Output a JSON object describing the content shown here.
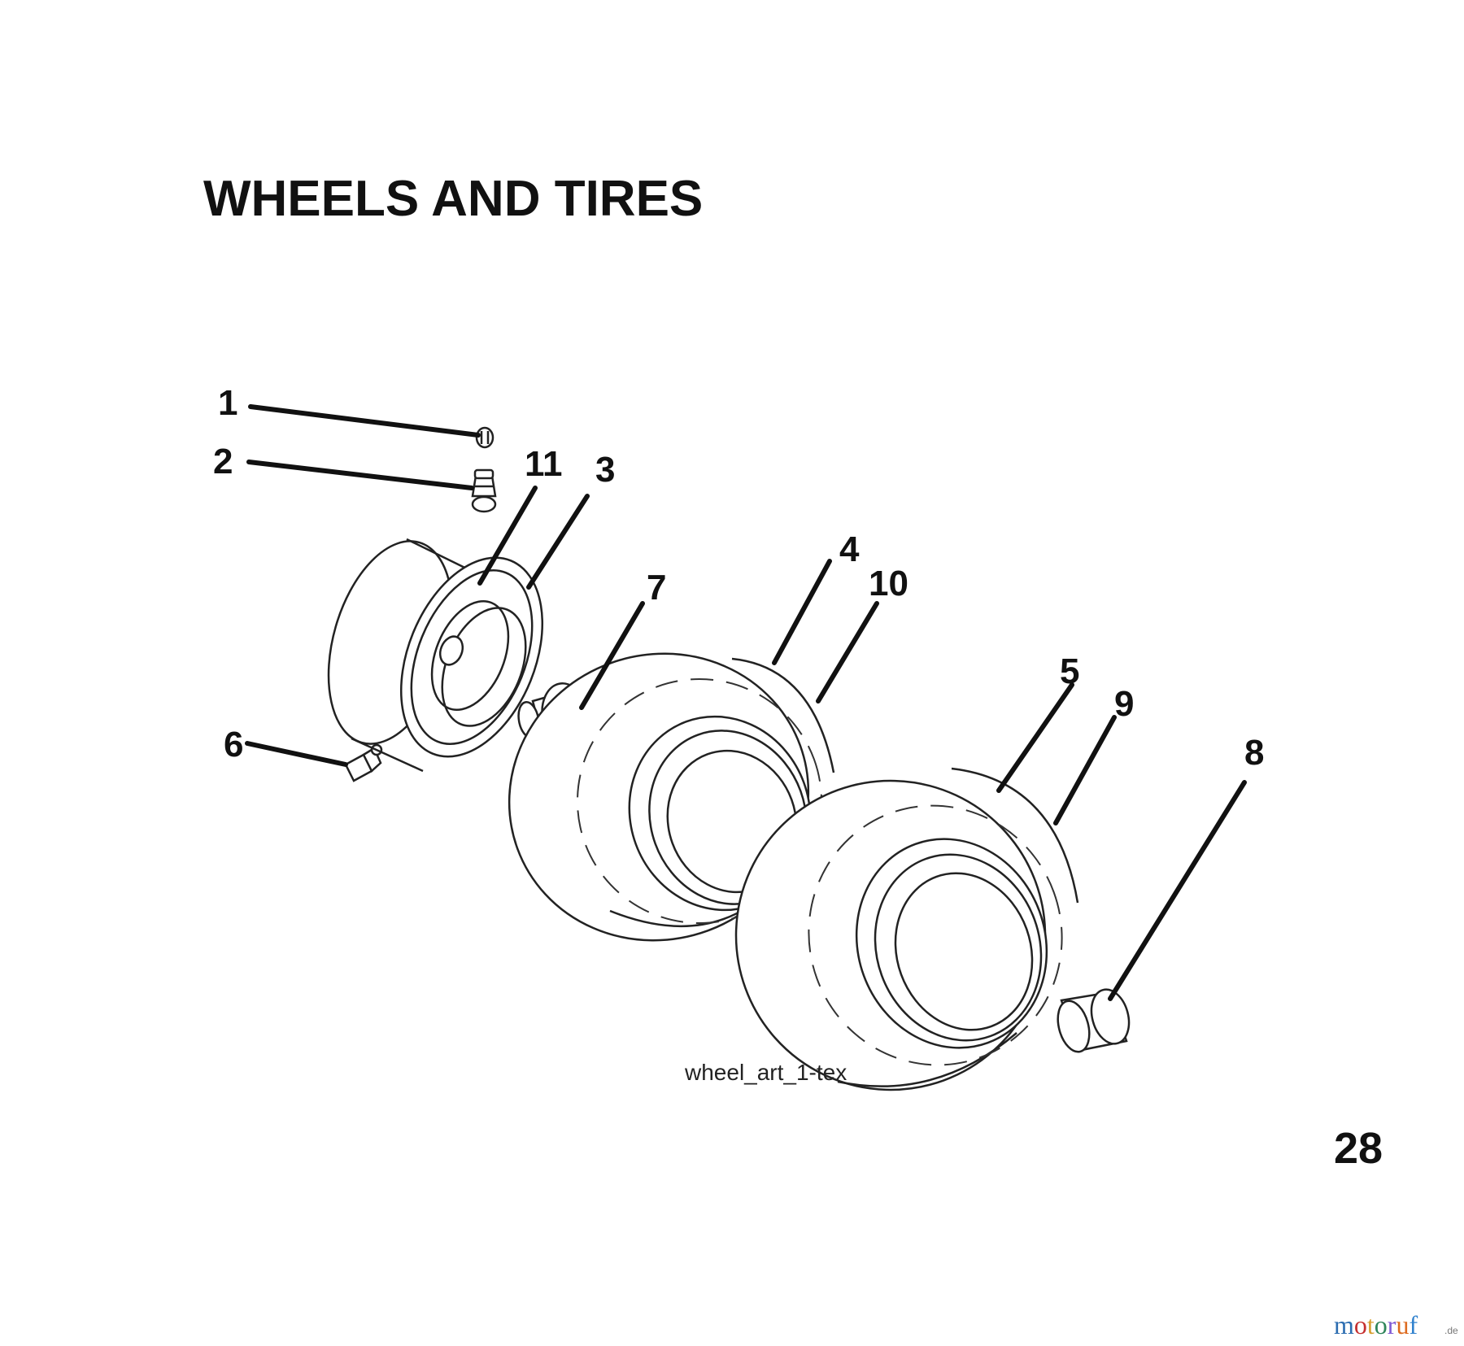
{
  "title": "WHEELS AND TIRES",
  "callouts": {
    "c1": "1",
    "c2": "2",
    "c3": "3",
    "c4": "4",
    "c5": "5",
    "c6": "6",
    "c7": "7",
    "c8": "8",
    "c9": "9",
    "c10": "10",
    "c11": "11"
  },
  "art_reference": "wheel_art_1-tex",
  "page_number": "28",
  "watermark": {
    "letters": [
      "m",
      "o",
      "t",
      "o",
      "r",
      "u",
      "f"
    ],
    "suffix": ".de",
    "colors": [
      "#2b6cb0",
      "#c53030",
      "#d69e2e",
      "#2f855a",
      "#805ad5",
      "#dd6b20",
      "#3182ce"
    ]
  }
}
